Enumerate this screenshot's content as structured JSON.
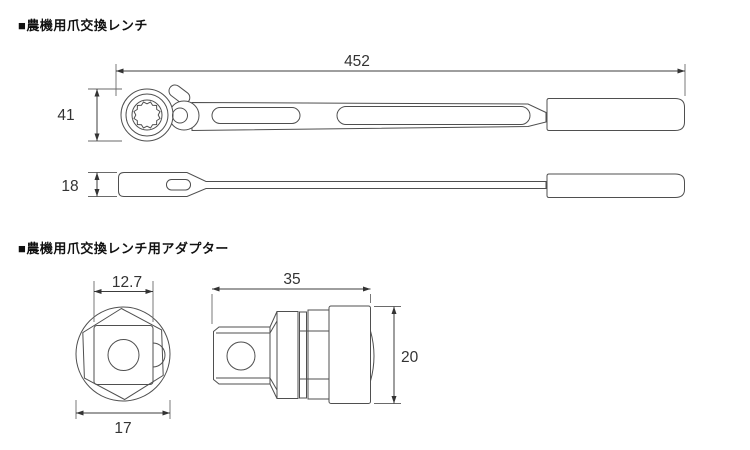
{
  "colors": {
    "background": "#ffffff",
    "line": "#4f4f4f",
    "dimension_text": "#333333",
    "label_text": "#111111"
  },
  "sections": {
    "wrench": {
      "title": "■農機用爪交換レンチ",
      "dimensions": {
        "overall_length": "452",
        "head_width": "41",
        "shank_thickness": "18"
      }
    },
    "adapter": {
      "title": "■農機用爪交換レンチ用アダプター",
      "dimensions": {
        "square_drive_width": "12.7",
        "hex_outer_diameter": "17",
        "overall_length": "35",
        "body_diameter": "20"
      }
    }
  }
}
